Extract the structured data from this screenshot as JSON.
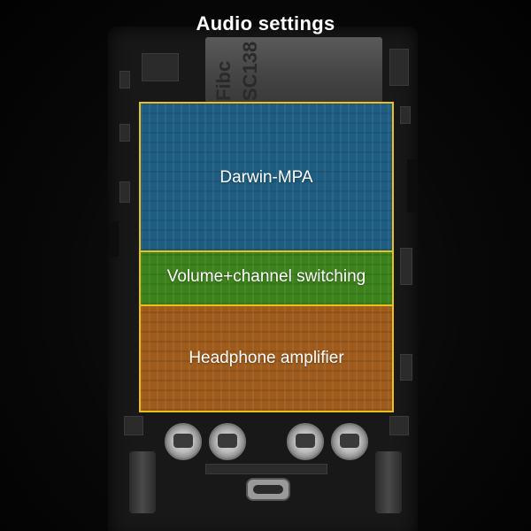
{
  "title": "Audio settings",
  "zones": [
    {
      "label": "Darwin-MPA",
      "color": "#2178aa"
    },
    {
      "label": "Volume+channel switching",
      "color": "#46a01e"
    },
    {
      "label": "Headphone amplifier",
      "color": "#c46e1e"
    }
  ],
  "zone_border_color": "#e8c020",
  "chip_markings": [
    "Fibc",
    "SC138"
  ],
  "icons": [
    "pcb-board",
    "processor-chip",
    "electrolytic-capacitor",
    "audio-jack",
    "usb-c-port"
  ]
}
